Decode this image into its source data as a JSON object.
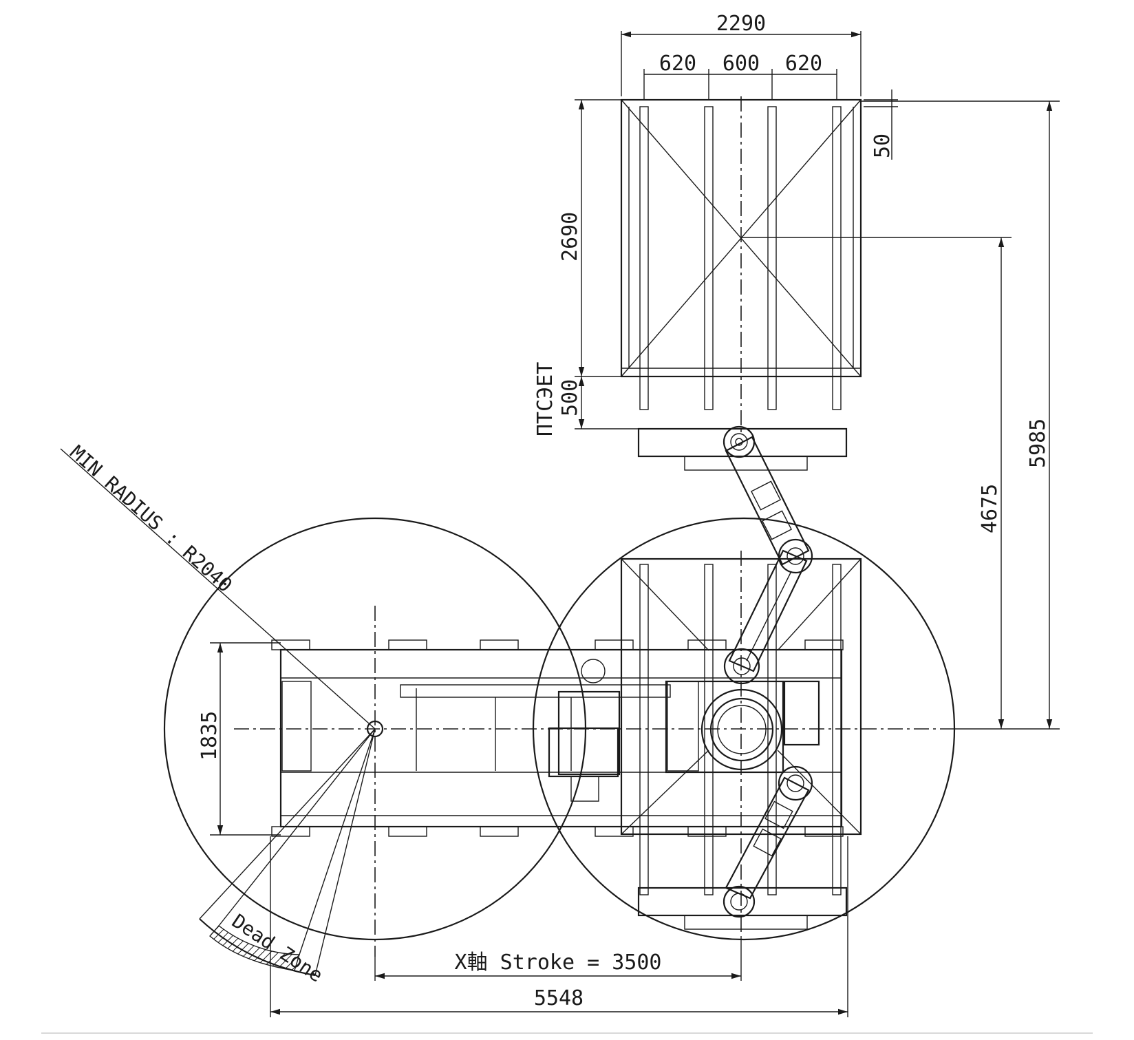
{
  "dimensions": {
    "top_width": "2290",
    "top_left": "620",
    "top_mid": "600",
    "top_right": "620",
    "right_small": "50",
    "left_height": "2690",
    "left_extra": "500",
    "left_extra_note": "ПТСЭЕТ",
    "right_tall": "5985",
    "right_mid": "4675",
    "left_width": "1835",
    "bottom_total": "5548"
  },
  "labels": {
    "min_radius": "MIN RADIUS : R2040",
    "dead_zone": "Dead Zone",
    "x_stroke": "X軸 Stroke = 3500"
  },
  "colors": {
    "line": "#1a1a1a",
    "background": "#ffffff"
  }
}
